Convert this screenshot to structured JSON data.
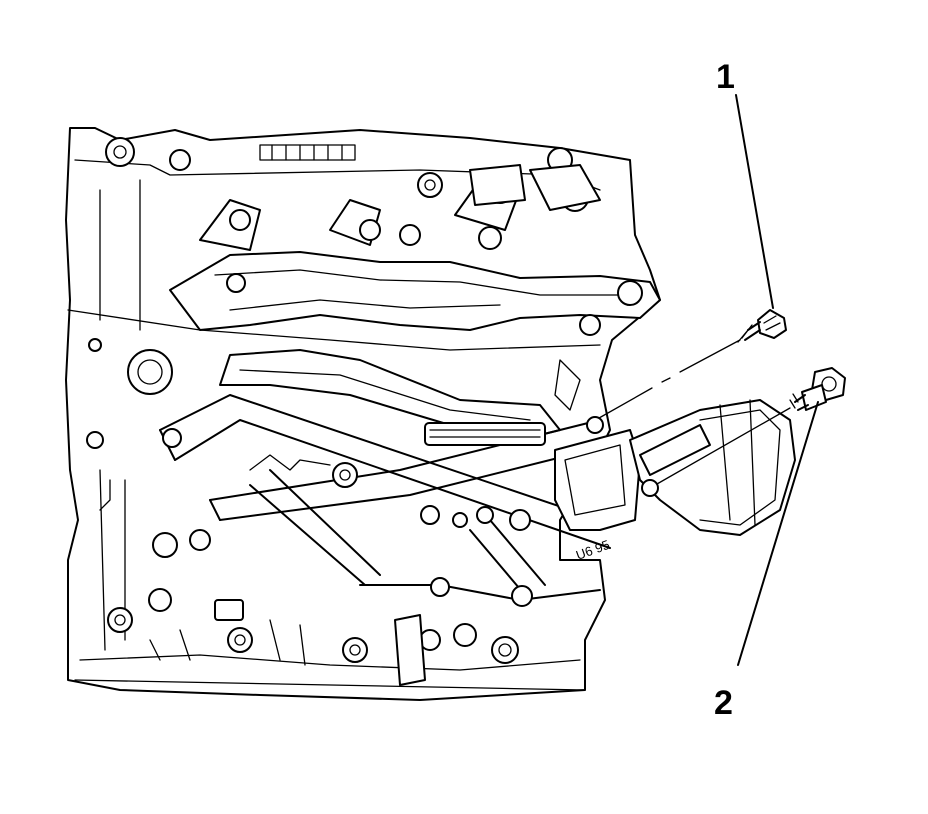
{
  "callouts": [
    {
      "label": "1"
    },
    {
      "label": "2"
    }
  ],
  "engraving": {
    "text": "U6 95"
  }
}
